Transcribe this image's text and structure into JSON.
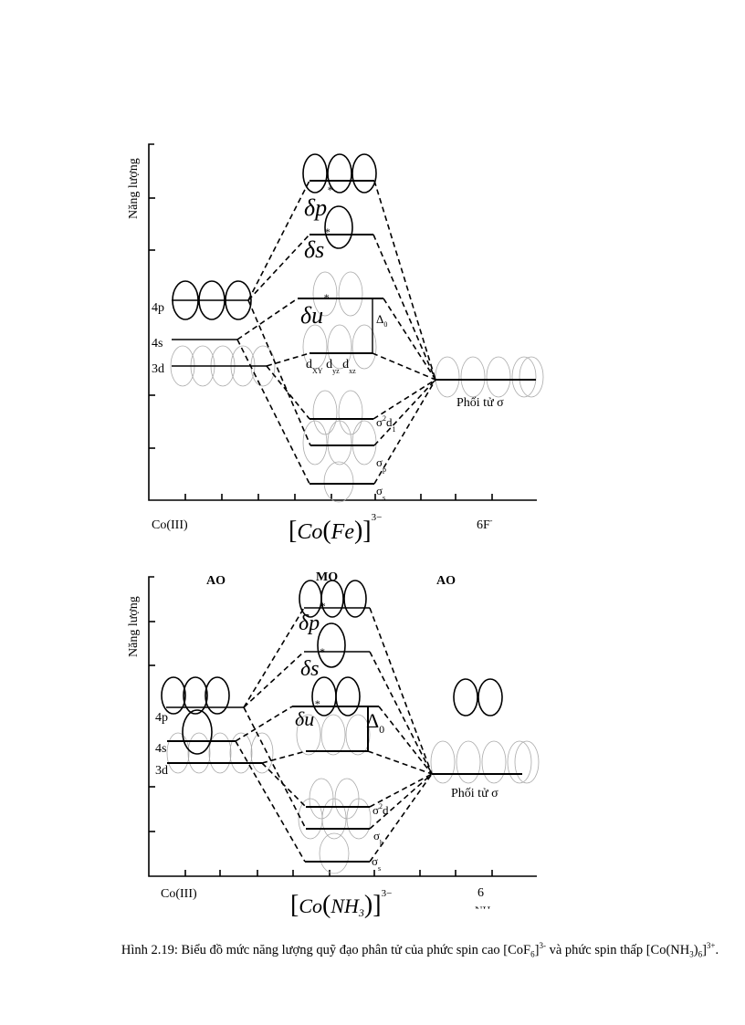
{
  "diagram1": {
    "ylabel": "Năng lượng",
    "ao_left": {
      "p": "4p",
      "s": "4s",
      "d": "3d"
    },
    "mo": {
      "sp_star": {
        "main": "δp",
        "sup": "*"
      },
      "ss_star": {
        "main": "δs",
        "sup": "*"
      },
      "su_star": {
        "main": "δu",
        "sup": "*"
      },
      "delta": {
        "main": "Δ",
        "sub": "0"
      },
      "t2g": [
        {
          "main": "d",
          "sub": "XY"
        },
        {
          "main": "d",
          "sub": "yz"
        },
        {
          "main": "d",
          "sub": "xz"
        }
      ],
      "sigma_d": {
        "main": "σ",
        "sup": "2",
        "tail": "d",
        "sub": "1"
      },
      "sigma_p": {
        "main": "σ",
        "sub": "p"
      },
      "sigma_s": {
        "main": "σ",
        "sub": "s"
      }
    },
    "ligand_label": "Phối tử σ",
    "bottom": {
      "left": "Co(III)",
      "complex_main": "Co",
      "complex_ligand": "Fe",
      "complex_charge": "3−",
      "right_main": "6F",
      "right_sup": "-"
    }
  },
  "diagram2": {
    "ylabel": "Năng lượng",
    "headers": {
      "left": "AO",
      "center": "MO",
      "right": "AO"
    },
    "ao_left": {
      "p": "4p",
      "s": "4s",
      "d": "3d"
    },
    "mo": {
      "sp_star": {
        "main": "δp",
        "sup": "*"
      },
      "ss_star": {
        "main": "δs",
        "sup": "*"
      },
      "su_star": {
        "main": "δu",
        "sup": "*"
      },
      "delta": {
        "main": "Δ",
        "sub": "0"
      },
      "sigma_d": {
        "main": "σ",
        "sup": "2",
        "tail": "d"
      },
      "sigma_p": {
        "main": "σ",
        "sub": "b"
      },
      "sigma_s": {
        "main": "σ",
        "sub": "s"
      }
    },
    "ligand_label": "Phối tử σ",
    "bottom": {
      "left": "Co(III)",
      "complex_main": "Co",
      "complex_ligand": "NH",
      "complex_ligand_sub": "3",
      "complex_charge": "3−",
      "right_main": "6",
      "right_sub": "NH"
    }
  },
  "caption": {
    "prefix": "Hình 2.19: Biểu đồ mức năng lượng quỹ đạo phân tử của phức spin cao [CoF",
    "sub1": "6",
    "mid1": "]",
    "sup1": "3-",
    "mid2": " và phức spin thấp [Co(NH",
    "sub2": "3",
    "mid3": ")",
    "sub3": "6",
    "mid4": "]",
    "sup2": "3+",
    "end": "."
  }
}
